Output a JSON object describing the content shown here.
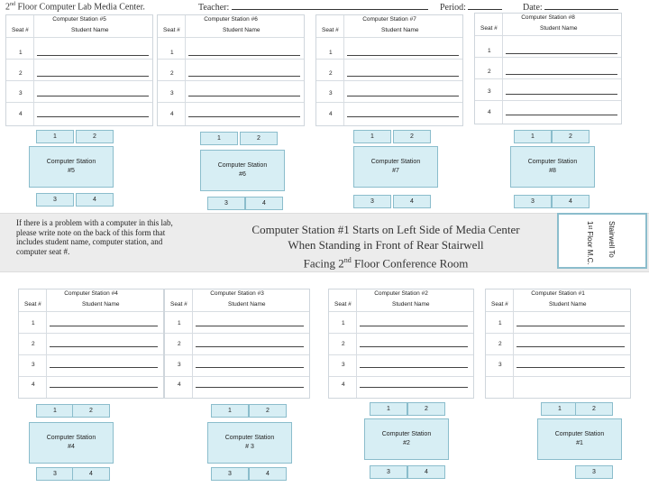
{
  "header": {
    "title_prefix": "2",
    "title_sup": "nd",
    "title_suffix": " Floor Computer Lab Media Center.",
    "teacher_label": "Teacher:",
    "period_label": "Period:",
    "date_label": "Date:"
  },
  "table_labels": {
    "seat": "Seat #",
    "name": "Student Name"
  },
  "top_tables": [
    {
      "title": "Computer Station #5",
      "seats": [
        "1",
        "2",
        "3",
        "4"
      ]
    },
    {
      "title": "Computer Station #6",
      "seats": [
        "1",
        "2",
        "3",
        "4"
      ]
    },
    {
      "title": "Computer Station #7",
      "seats": [
        "1",
        "2",
        "3",
        "4"
      ]
    },
    {
      "title": "Computer Station #8",
      "seats": [
        "1",
        "2",
        "3",
        "4"
      ]
    }
  ],
  "bottom_tables": [
    {
      "title": "Computer Station #4",
      "seats": [
        "1",
        "2",
        "3",
        "4"
      ]
    },
    {
      "title": "Computer Station #3",
      "seats": [
        "1",
        "2",
        "3",
        "4"
      ]
    },
    {
      "title": "Computer Station #2",
      "seats": [
        "1",
        "2",
        "3",
        "4"
      ]
    },
    {
      "title": "Computer Station #1",
      "seats": [
        "1",
        "2",
        "3"
      ]
    }
  ],
  "desks": {
    "s5": {
      "label": "Computer Station #5",
      "top_left": "1",
      "top_right": "2",
      "bottom_left": "3",
      "bottom_right": "4"
    },
    "s6": {
      "label": "Computer Station #6",
      "top_left": "1",
      "top_right": "2",
      "bottom_left": "3",
      "bottom_right": "4"
    },
    "s7": {
      "label": "Computer Station #7",
      "top_left": "1",
      "top_right": "2",
      "bottom_left": "3",
      "bottom_right": "4"
    },
    "s8": {
      "label": "Computer Station #8",
      "top_left": "1",
      "top_right": "2",
      "bottom_left": "3",
      "bottom_right": "4"
    },
    "s4": {
      "label": "Computer Station #4",
      "top_left": "1",
      "top_right": "2",
      "bottom_left": "3",
      "bottom_right": "4"
    },
    "s3": {
      "label": "Computer Station # 3",
      "top_left": "1",
      "top_right": "2",
      "bottom_left": "3",
      "bottom_right": "4"
    },
    "s2": {
      "label": "Computer Station #2",
      "top_left": "1",
      "top_right": "2",
      "bottom_left": "3",
      "bottom_right": "4"
    },
    "s1": {
      "label": "Computer Station #1",
      "top_left": "1",
      "top_right": "2",
      "bottom_right": "3"
    }
  },
  "note": "If there is a problem with a computer in this lab, please write note on the back of this form that includes student name, computer station, and computer seat #.",
  "banner": {
    "line1": "Computer Station #1 Starts on Left Side of Media Center",
    "line2": "When Standing in Front of Rear Stairwell",
    "line3_prefix": "Facing 2",
    "line3_sup": "nd",
    "line3_suffix": " Floor Conference Room"
  },
  "stairwell": {
    "text_a": "Stairwell To",
    "text_b_prefix": "1",
    "text_b_sup": "st",
    "text_b_suffix": " Floor M.C."
  }
}
